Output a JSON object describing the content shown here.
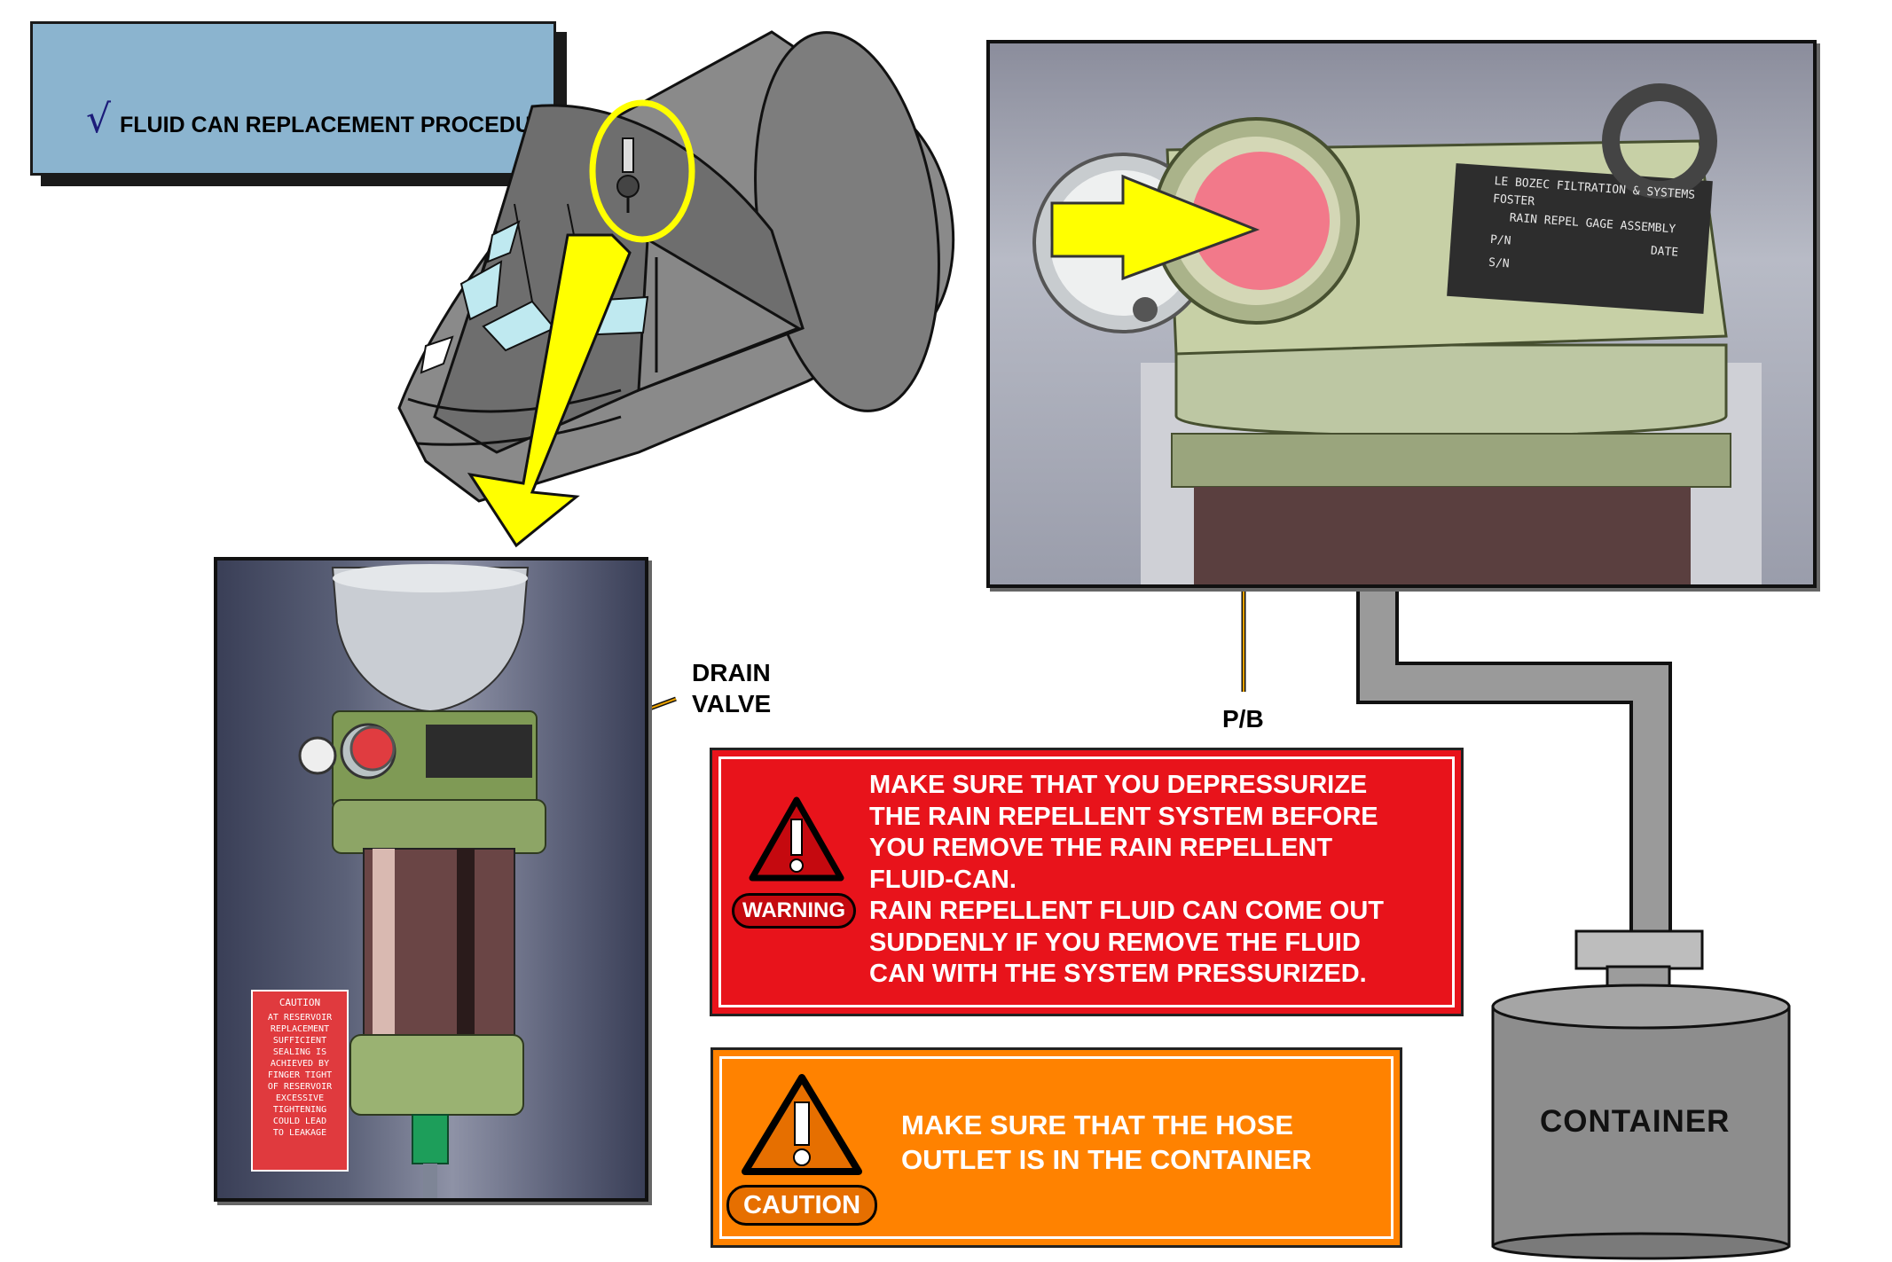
{
  "title": {
    "text": "FLUID CAN REPLACEMENT PROCEDURE",
    "check_glyph": "√"
  },
  "labels": {
    "drain_valve": "DRAIN\nVALVE",
    "pb": "P/B",
    "container": "CONTAINER"
  },
  "warning": {
    "badge": "WARNING",
    "text": "MAKE SURE THAT YOU DEPRESSURIZE\nTHE RAIN REPELLENT SYSTEM BEFORE\nYOU REMOVE THE RAIN REPELLENT\nFLUID-CAN.\nRAIN REPELLENT FLUID CAN COME OUT\nSUDDENLY IF YOU REMOVE THE FLUID\nCAN WITH THE SYSTEM PRESSURIZED.",
    "color": "#e8131b"
  },
  "caution": {
    "badge": "CAUTION",
    "text": "MAKE SURE THAT THE HOSE\nOUTLET IS IN THE CONTAINER",
    "color": "#ff8200"
  },
  "photo_left_plate": {
    "heading": "CAUTION",
    "text": "AT RESERVOIR\nREPLACEMENT\nSUFFICIENT\nSEALING IS\nACHIEVED BY\nFINGER TIGHT\nOF RESERVOIR\nEXCESSIVE\nTIGHTENING\nCOULD LEAD\nTO LEAKAGE"
  },
  "photo_right_plate": {
    "line1": "LE BOZEC FILTRATION & SYSTEMS FOSTER",
    "line2": "RAIN REPEL GAGE ASSEMBLY",
    "pn": "P/N",
    "sn": "S/N",
    "date": "DATE"
  },
  "icons": [
    "warning-triangle-icon",
    "caution-triangle-icon",
    "highlight-circle-icon",
    "pointer-arrow-icon"
  ],
  "colors": {
    "highlight": "#ffff00",
    "title_bg": "#8bb4cf"
  }
}
